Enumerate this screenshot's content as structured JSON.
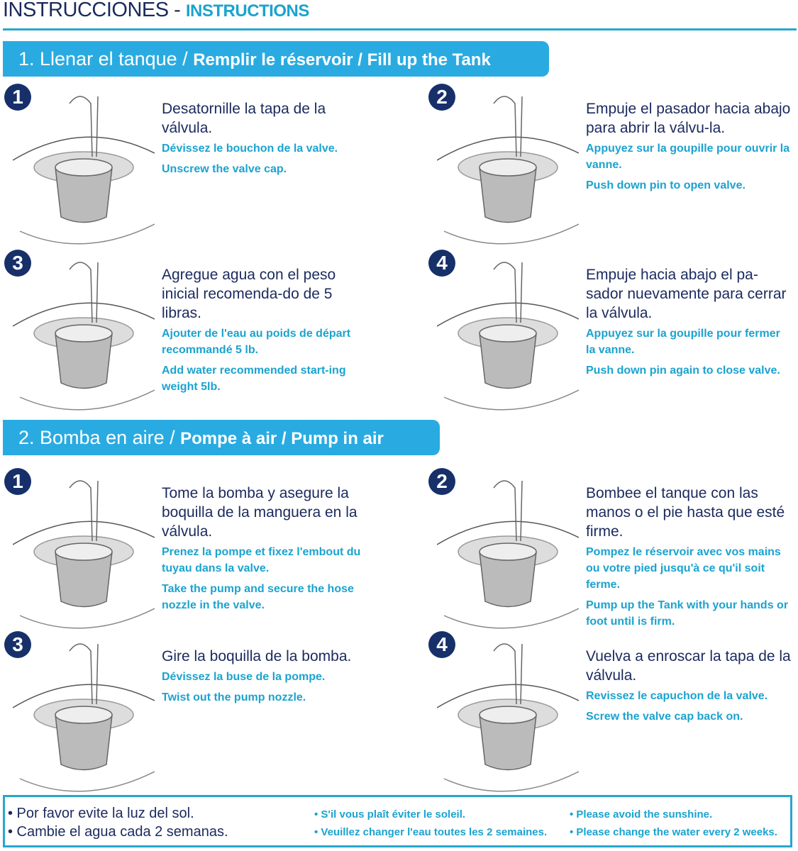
{
  "header": {
    "title_es": "INSTRUCCIONES",
    "separator": " - ",
    "title_en": "INSTRUCTIONS"
  },
  "section1": {
    "banner_lead": "1. Llenar el tanque / ",
    "banner_rest": "Remplir le réservoir / Fill up the Tank",
    "steps": [
      {
        "num": "1",
        "es": "Desatornille la tapa de la válvula.",
        "fr": "Dévissez le bouchon de la valve.",
        "en": "Unscrew the valve cap."
      },
      {
        "num": "2",
        "es": "Empuje el pasador hacia abajo para abrir la válvu-la.",
        "fr": "Appuyez sur la goupille pour ouvrir la vanne.",
        "en": "Push down pin to open valve."
      },
      {
        "num": "3",
        "es": "Agregue agua con el peso inicial recomenda-do de 5 libras.",
        "fr": "Ajouter de l'eau au poids de départ recommandé 5 lb.",
        "en": "Add water recommended start-ing weight 5lb."
      },
      {
        "num": "4",
        "es": "Empuje hacia abajo el pa-sador nuevamente para cerrar la válvula.",
        "fr": "Appuyez sur la goupille pour fermer la vanne.",
        "en": "Push down pin again to close valve."
      }
    ]
  },
  "section2": {
    "banner_lead": "2. Bomba en aire / ",
    "banner_rest": "Pompe à air / Pump in air",
    "steps": [
      {
        "num": "1",
        "es": "Tome la bomba y asegure la boquilla de la manguera en la válvula.",
        "fr": "Prenez la pompe et fixez l'embout du tuyau dans la valve.",
        "en": "Take the pump and secure the hose nozzle in the valve."
      },
      {
        "num": "2",
        "es": "Bombee el tanque con las manos o el pie hasta que esté firme.",
        "fr": "Pompez le réservoir avec vos mains ou votre pied jusqu'à ce qu'il soit ferme.",
        "en": "Pump up the Tank with your hands or foot until is firm."
      },
      {
        "num": "3",
        "es": "Gire la boquilla de la bomba.",
        "fr": "Dévissez la buse de la pompe.",
        "en": "Twist out the pump nozzle."
      },
      {
        "num": "4",
        "es": "Vuelva a enroscar la tapa de la válvula.",
        "fr": "Revissez le capuchon de la valve.",
        "en": "Screw the valve cap back on."
      }
    ]
  },
  "footer": {
    "es": [
      "• Por favor evite la luz del sol.",
      "• Cambie el agua cada 2 semanas."
    ],
    "fr": [
      "• S'il vous plaît éviter le soleil.",
      "• Veuillez changer l'eau toutes les 2 semaines."
    ],
    "en": [
      "• Please avoid the sunshine.",
      "• Please change the water every 2 weeks."
    ]
  },
  "colors": {
    "navy": "#1b2a5e",
    "cyan": "#1ba3cf",
    "banner": "#29abe2",
    "badge": "#17306a"
  }
}
